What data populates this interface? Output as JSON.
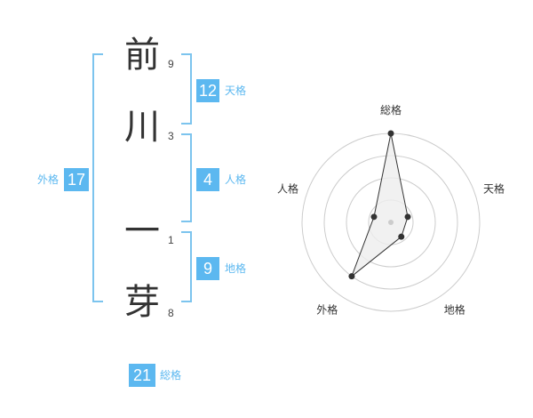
{
  "name": {
    "chars": [
      {
        "char": "前",
        "strokes": "9"
      },
      {
        "char": "川",
        "strokes": "3"
      },
      {
        "char": "一",
        "strokes": "1"
      },
      {
        "char": "芽",
        "strokes": "8"
      }
    ]
  },
  "fortunes": {
    "tenkaku": {
      "value": "12",
      "label": "天格"
    },
    "jinkaku": {
      "value": "4",
      "label": "人格"
    },
    "chikaku": {
      "value": "9",
      "label": "地格"
    },
    "gaikaku": {
      "value": "17",
      "label": "外格"
    },
    "soukaku": {
      "value": "21",
      "label": "総格"
    }
  },
  "colors": {
    "accent": "#5cb8f0",
    "bracket": "#7cc4ee",
    "text": "#333333",
    "grid": "#cccccc",
    "polygon_fill": "#eeeeee",
    "polygon_stroke": "#333333"
  },
  "chart_data": {
    "type": "radar",
    "axes": [
      "総格",
      "天格",
      "地格",
      "外格",
      "人格"
    ],
    "values": [
      4,
      0.8,
      0.8,
      3,
      0.8
    ],
    "rmax": 4,
    "rings": 4,
    "grid": true
  }
}
